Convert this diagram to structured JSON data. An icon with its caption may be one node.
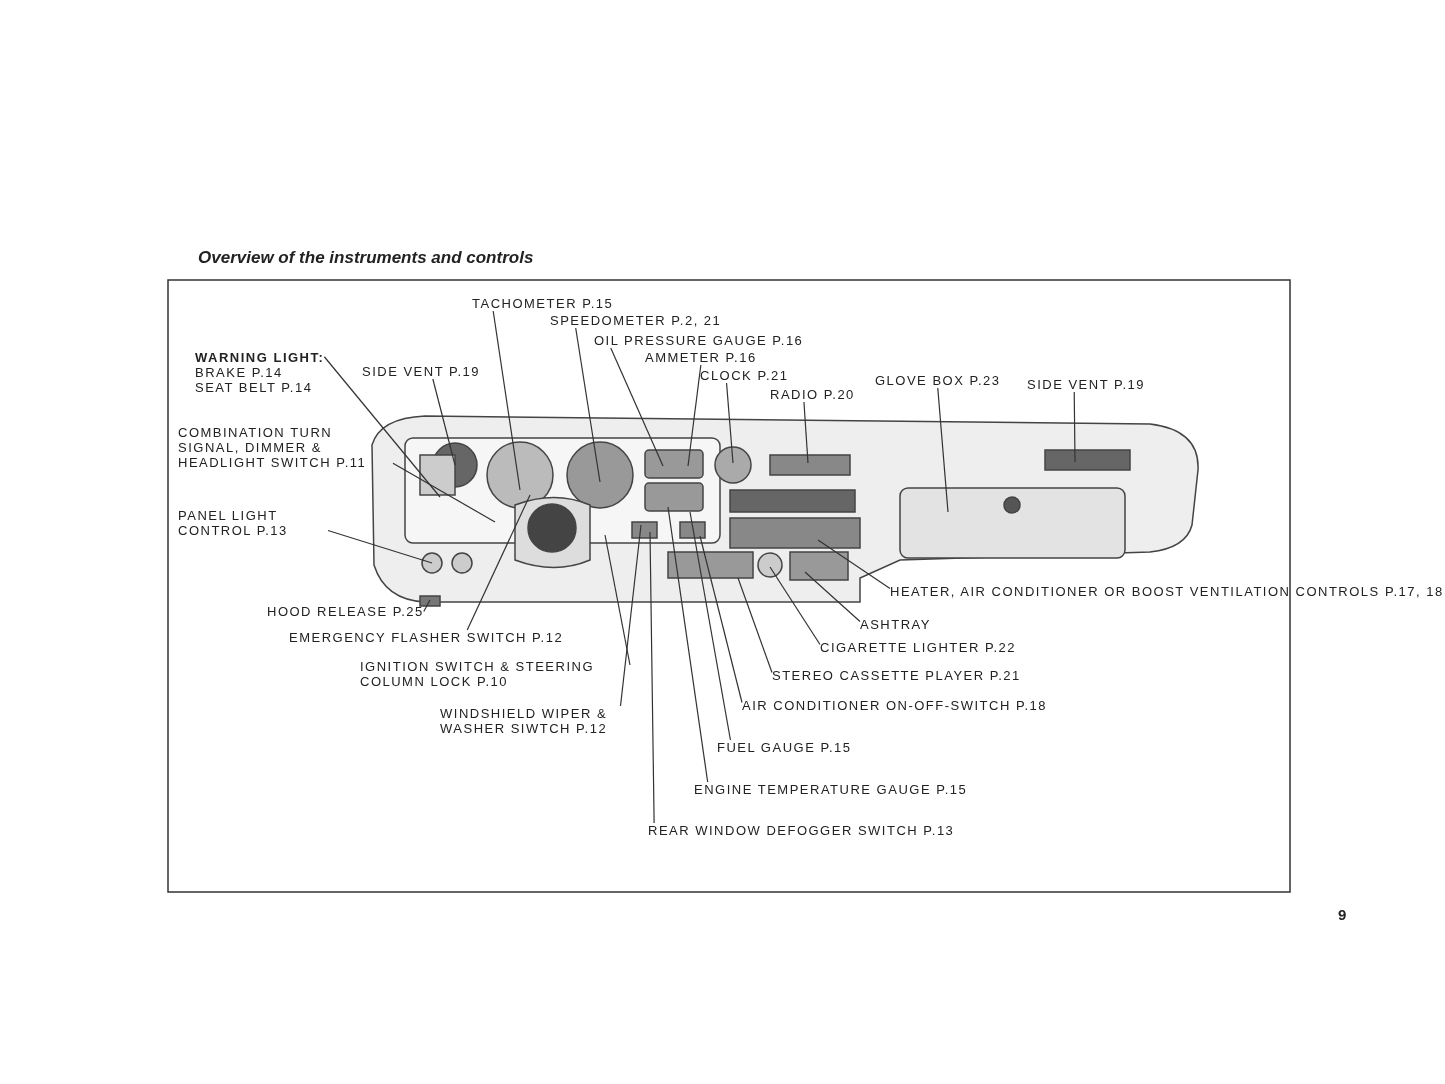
{
  "diagram": {
    "title": "Overview of the instruments and controls",
    "nodes": [
      {
        "text": [
          "TACHOMETER P.15"
        ]
      },
      {
        "text": [
          "SPEEDOMETER P.2, 21"
        ]
      },
      {
        "text": [
          "OIL PRESSURE GAUGE P.16"
        ]
      },
      {
        "text": [
          "AMMETER P.16"
        ]
      },
      {
        "text": [
          "WARNING LIGHT:",
          "BRAKE P.14",
          "SEAT BELT P.14"
        ]
      },
      {
        "text": [
          "SIDE VENT P.19"
        ]
      },
      {
        "text": [
          "CLOCK P.21"
        ]
      },
      {
        "text": [
          "GLOVE BOX P.23"
        ]
      },
      {
        "text": [
          "SIDE VENT P.19"
        ]
      },
      {
        "text": [
          "RADIO P.20"
        ]
      },
      {
        "text": [
          "COMBINATION TURN SIGNAL, DIMMER & HEADLIGHT SWITCH P.11"
        ]
      },
      {
        "text": [
          "PANEL LIGHT CONTROL P.13"
        ]
      },
      {
        "text": [
          "HEATER, AIR CONDITIONER OR BOOST VENTILATION CONTROLS P.17, 18"
        ]
      },
      {
        "text": [
          "HOOD RELEASE P.25"
        ]
      },
      {
        "text": [
          "ASHTRAY"
        ]
      },
      {
        "text": [
          "EMERGENCY FLASHER SWITCH P.12"
        ]
      },
      {
        "text": [
          "CIGARETTE LIGHTER P.22"
        ]
      },
      {
        "text": [
          "IGNITION SWITCH & STEERING COLUMN LOCK P.10"
        ]
      },
      {
        "text": [
          "STEREO CASSETTE PLAYER P.21"
        ]
      },
      {
        "text": [
          "WINDSHIELD WIPER & WASHER SIWTCH P.12"
        ]
      },
      {
        "text": [
          "AIR CONDITIONER ON-OFF-SWITCH P.18"
        ]
      },
      {
        "text": [
          "FUEL GAUGE P.15"
        ]
      },
      {
        "text": [
          "ENGINE TEMPERATURE GAUGE P.15"
        ]
      },
      {
        "text": [
          "REAR WINDOW DEFOGGER SWITCH P.13"
        ]
      }
    ],
    "edges": [
      {
        "from": 0,
        "to": null,
        "arrow": "none"
      },
      {
        "from": 1,
        "to": null,
        "arrow": "none"
      },
      {
        "from": 2,
        "to": null,
        "arrow": "none"
      },
      {
        "from": 3,
        "to": null,
        "arrow": "none"
      },
      {
        "from": 4,
        "to": null,
        "arrow": "none"
      },
      {
        "from": 5,
        "to": null,
        "arrow": "none"
      },
      {
        "from": 6,
        "to": null,
        "arrow": "none"
      },
      {
        "from": 7,
        "to": null,
        "arrow": "none"
      },
      {
        "from": 8,
        "to": null,
        "arrow": "none"
      },
      {
        "from": 9,
        "to": null,
        "arrow": "none"
      },
      {
        "from": 10,
        "to": null,
        "arrow": "none"
      },
      {
        "from": 11,
        "to": null,
        "arrow": "none"
      },
      {
        "from": 12,
        "to": null,
        "arrow": "none"
      },
      {
        "from": 13,
        "to": null,
        "arrow": "none"
      },
      {
        "from": 14,
        "to": null,
        "arrow": "none"
      },
      {
        "from": 15,
        "to": null,
        "arrow": "none"
      },
      {
        "from": 16,
        "to": null,
        "arrow": "none"
      },
      {
        "from": 17,
        "to": null,
        "arrow": "none"
      },
      {
        "from": 18,
        "to": null,
        "arrow": "none"
      },
      {
        "from": 19,
        "to": null,
        "arrow": "none"
      },
      {
        "from": 20,
        "to": null,
        "arrow": "none"
      },
      {
        "from": 21,
        "to": null,
        "arrow": "none"
      },
      {
        "from": 22,
        "to": null,
        "arrow": "none"
      },
      {
        "from": 23,
        "to": null,
        "arrow": "none"
      }
    ],
    "labels": [
      "9"
    ]
  }
}
